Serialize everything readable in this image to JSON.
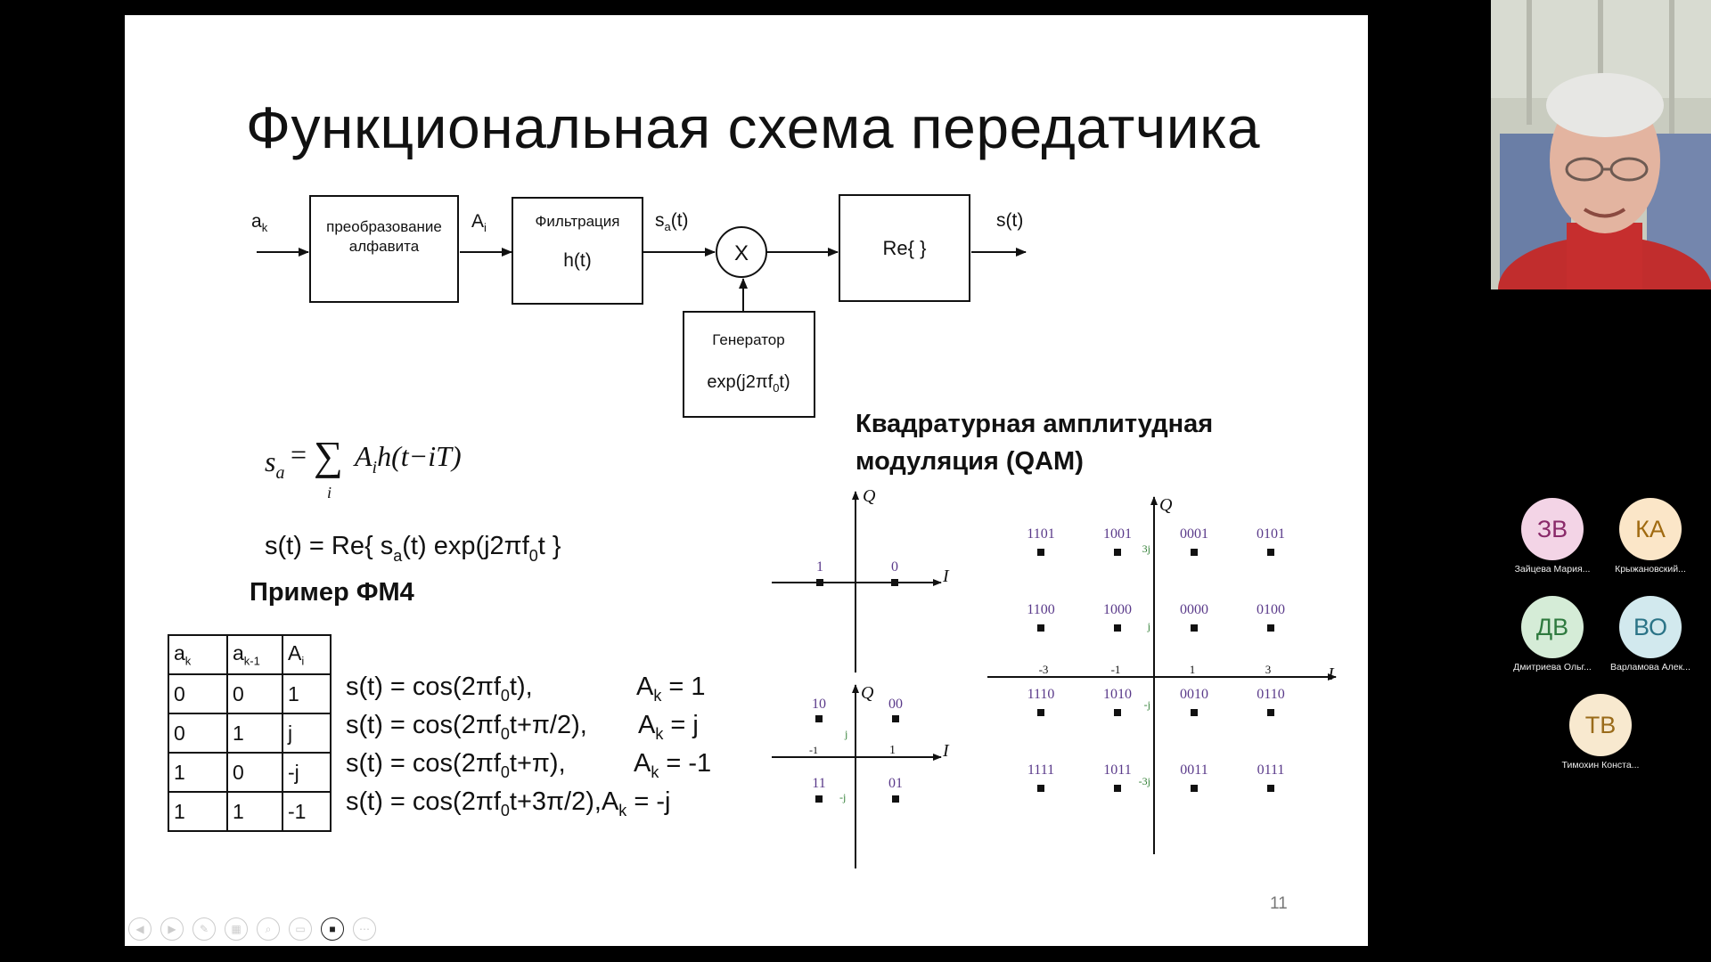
{
  "slide": {
    "title": "Функциональная схема передатчика",
    "page_number": "11",
    "block_diagram": {
      "input_label_main": "a",
      "input_label_sub": "k",
      "block1_line1": "преобразование",
      "block1_line2": "алфавита",
      "label_Ai_main": "A",
      "label_Ai_sub": "i",
      "block2_title": "Фильтрация",
      "block2_func": "h(t)",
      "label_sa_main": "s",
      "label_sa_sub": "a",
      "label_sa_arg": "(t)",
      "multiplier_symbol": "X",
      "block3_label": "Re{ }",
      "output_label": "s(t)",
      "generator_title": "Генератор",
      "generator_func_a": "exp(j2πf",
      "generator_func_sub": "0",
      "generator_func_b": "t)"
    },
    "equations": {
      "sum_s": "s",
      "sum_s_sub": "a",
      "sum_eq": "=",
      "sum_sigma": "∑",
      "sum_index": "i",
      "sum_body_A": "A",
      "sum_body_A_sub": "i",
      "sum_body_rest": "h(t−iT)",
      "re_eq_a": "s(t) = Re{ s",
      "re_eq_sub1": "a",
      "re_eq_b": "(t) exp(j2πf",
      "re_eq_sub2": "0",
      "re_eq_c": "t }"
    },
    "qam_title_line1": "Квадратурная амплитудная",
    "qam_title_line2": "модуляция (QAM)",
    "example_title": "Пример ФМ4",
    "table": {
      "headers": [
        {
          "main": "a",
          "sub": "k"
        },
        {
          "main": "a",
          "sub": "k-1"
        },
        {
          "main": "A",
          "sub": "i"
        }
      ],
      "rows": [
        [
          "0",
          "0",
          "1"
        ],
        [
          "0",
          "1",
          "j"
        ],
        [
          "1",
          "0",
          "-j"
        ],
        [
          "1",
          "1",
          "-1"
        ]
      ]
    },
    "fm4_lines": [
      {
        "s_a": "s(t) = cos(2πf",
        "s_sub": "0",
        "s_b": "t),",
        "ak_main": "A",
        "ak_sub": "k",
        "ak_val": " = 1"
      },
      {
        "s_a": "s(t) = cos(2πf",
        "s_sub": "0",
        "s_b": "t+π/2),",
        "ak_main": "A",
        "ak_sub": "k",
        "ak_val": " = j"
      },
      {
        "s_a": "s(t) = cos(2πf",
        "s_sub": "0",
        "s_b": "t+π),",
        "ak_main": "A",
        "ak_sub": "k",
        "ak_val": " = -1"
      },
      {
        "s_a": "s(t) = cos(2πf",
        "s_sub": "0",
        "s_b": "t+3π/2),",
        "ak_main": "A",
        "ak_sub": "k",
        "ak_val": " = -j"
      }
    ],
    "bpsk": {
      "axis_q": "Q",
      "axis_i": "I",
      "points": [
        {
          "label": "1"
        },
        {
          "label": "0"
        }
      ]
    },
    "qpsk": {
      "axis_q": "Q",
      "axis_i": "I",
      "tick_j": "j",
      "tick_neg_j": "-j",
      "tick_neg1": "-1",
      "tick_1": "1",
      "points": [
        {
          "label": "10"
        },
        {
          "label": "00"
        },
        {
          "label": "11"
        },
        {
          "label": "01"
        }
      ]
    },
    "qam16": {
      "axis_q": "Q",
      "axis_i": "I",
      "ticks_i": [
        "-3",
        "-1",
        "1",
        "3"
      ],
      "ticks_q": [
        "3j",
        "j",
        "-j",
        "-3j"
      ],
      "rows": [
        [
          "1101",
          "1001",
          "0001",
          "0101"
        ],
        [
          "1100",
          "1000",
          "0000",
          "0100"
        ],
        [
          "1110",
          "1010",
          "0010",
          "0110"
        ],
        [
          "1111",
          "1011",
          "0011",
          "0111"
        ]
      ],
      "label_color": "#5a3a8a"
    },
    "controls": [
      {
        "icon": "back-icon"
      },
      {
        "icon": "forward-icon"
      },
      {
        "icon": "pen-icon"
      },
      {
        "icon": "slides-icon"
      },
      {
        "icon": "zoom-icon"
      },
      {
        "icon": "subtitles-icon"
      },
      {
        "icon": "camera-icon"
      },
      {
        "icon": "more-icon"
      }
    ]
  },
  "participants": [
    {
      "initials": "ЗВ",
      "name": "Зайцева Мария...",
      "bg": "#f3d4e6",
      "fg": "#8a2a6a"
    },
    {
      "initials": "КА",
      "name": "Крыжановский...",
      "bg": "#fbe6c8",
      "fg": "#a06a10"
    },
    {
      "initials": "ДВ",
      "name": "Дмитриева Ольг...",
      "bg": "#d5ecd7",
      "fg": "#2f7a3f"
    },
    {
      "initials": "ВО",
      "name": "Варламова Алек...",
      "bg": "#d2e9ee",
      "fg": "#2b7487"
    },
    {
      "initials": "ТВ",
      "name": "Тимохин Конста...",
      "bg": "#f8e9cf",
      "fg": "#9a6b1a"
    }
  ]
}
